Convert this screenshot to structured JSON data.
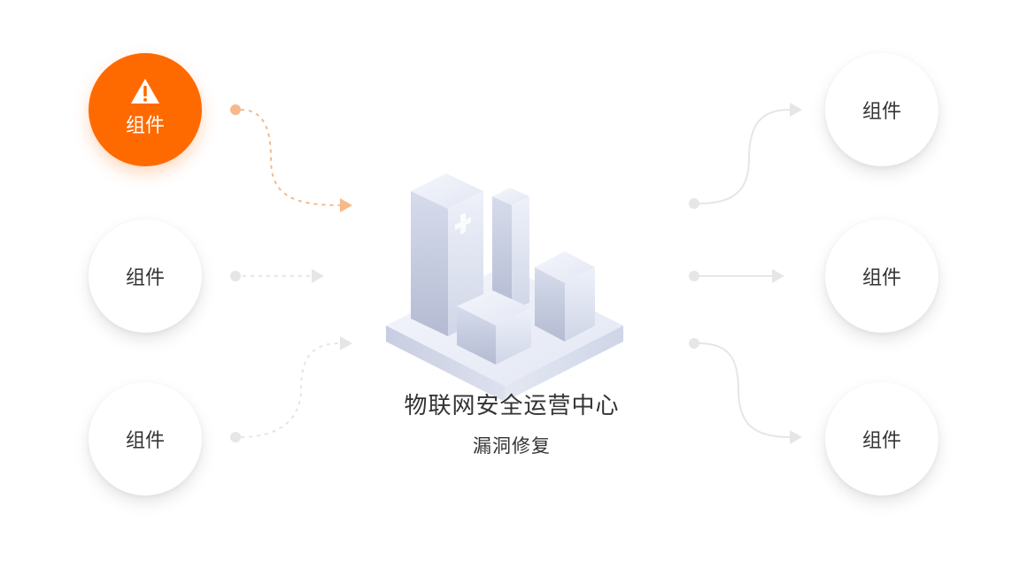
{
  "center": {
    "title": "物联网安全运营中心",
    "subtitle": "漏洞修复"
  },
  "left_nodes": [
    {
      "label": "组件",
      "state": "alert",
      "icon": "warning-icon"
    },
    {
      "label": "组件",
      "state": "normal"
    },
    {
      "label": "组件",
      "state": "normal"
    }
  ],
  "right_nodes": [
    {
      "label": "组件",
      "state": "normal"
    },
    {
      "label": "组件",
      "state": "normal"
    },
    {
      "label": "组件",
      "state": "normal"
    }
  ],
  "colors": {
    "alert": "#ff6a00",
    "alert_connector": "#f7b98a",
    "connector": "#e6e6e6",
    "text": "#333333",
    "building_light": "#eceff8",
    "building_dark": "#b6bdd3"
  }
}
